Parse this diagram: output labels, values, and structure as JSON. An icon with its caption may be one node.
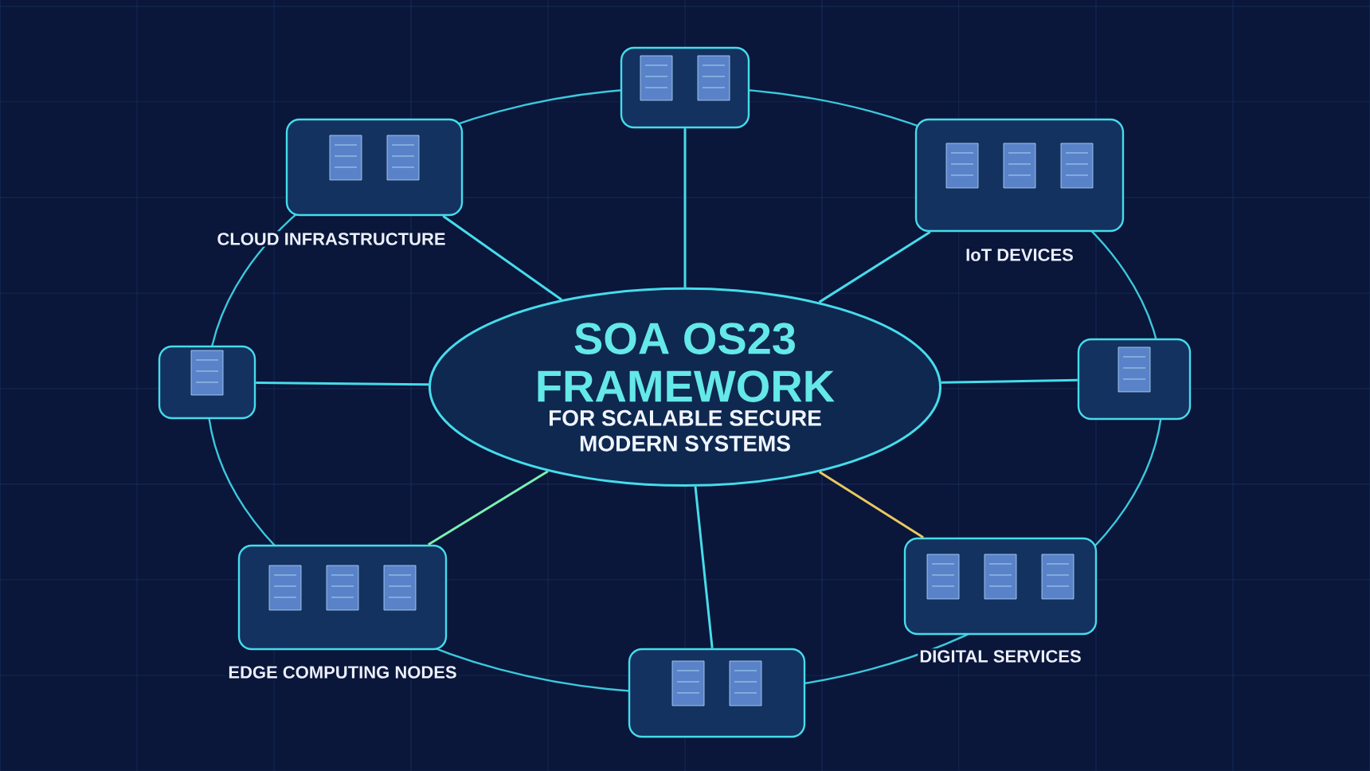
{
  "diagram": {
    "nodes": [
      {
        "text": [
          "SOA OS23 FRAMEWORK",
          "FOR SCALABLE SECURE MODERN SYSTEMS"
        ]
      },
      {
        "text": [
          "CLOUD INFRASTRUCTURE"
        ]
      },
      {
        "text": [],
        "shape": "picture"
      },
      {
        "text": [
          "IoT DEVICES"
        ]
      },
      {
        "text": [],
        "shape": "picture"
      },
      {
        "text": [
          "DIGITAL SERVICES"
        ]
      },
      {
        "text": [],
        "shape": "picture"
      },
      {
        "text": [
          "EDGE COMPUTING NODES"
        ]
      },
      {
        "text": [],
        "shape": "picture"
      }
    ],
    "edges": [
      {
        "from": 0,
        "to": 1,
        "arrow": "none"
      },
      {
        "from": 0,
        "to": 2,
        "arrow": "none"
      },
      {
        "from": 0,
        "to": 3,
        "arrow": "none"
      },
      {
        "from": 0,
        "to": 4,
        "arrow": "none"
      },
      {
        "from": 0,
        "to": 5,
        "arrow": "none",
        "color": "#e8c860"
      },
      {
        "from": 0,
        "to": 6,
        "arrow": "none"
      },
      {
        "from": 0,
        "to": 7,
        "arrow": "none",
        "color": "#7af0b0"
      },
      {
        "from": 0,
        "to": 8,
        "arrow": "none"
      }
    ]
  }
}
